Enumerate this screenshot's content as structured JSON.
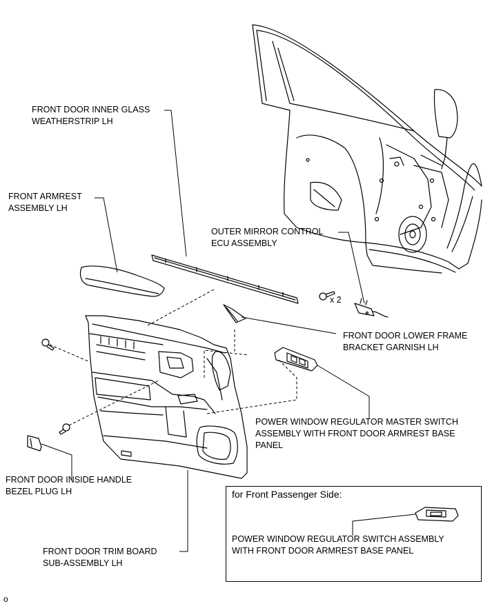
{
  "labels": {
    "inner_glass_weatherstrip": "FRONT DOOR INNER GLASS\nWEATHERSTRIP LH",
    "armrest": "FRONT ARMREST\nASSEMBLY LH",
    "mirror_ecu": "OUTER MIRROR CONTROL\nECU ASSEMBLY",
    "screw_qty": "x 2",
    "lower_frame_garnish": "FRONT DOOR LOWER FRAME\nBRACKET GARNISH LH",
    "master_switch": "POWER WINDOW REGULATOR MASTER SWITCH\nASSEMBLY WITH FRONT DOOR ARMREST BASE\nPANEL",
    "handle_bezel_plug": "FRONT DOOR INSIDE HANDLE\nBEZEL PLUG LH",
    "trim_board": "FRONT DOOR TRIM BOARD\nSUB-ASSEMBLY LH"
  },
  "inset": {
    "title": "for Front Passenger Side:",
    "switch_label": "POWER WINDOW REGULATOR SWITCH ASSEMBLY\nWITH FRONT DOOR ARMREST BASE PANEL"
  },
  "figure_code": "o"
}
